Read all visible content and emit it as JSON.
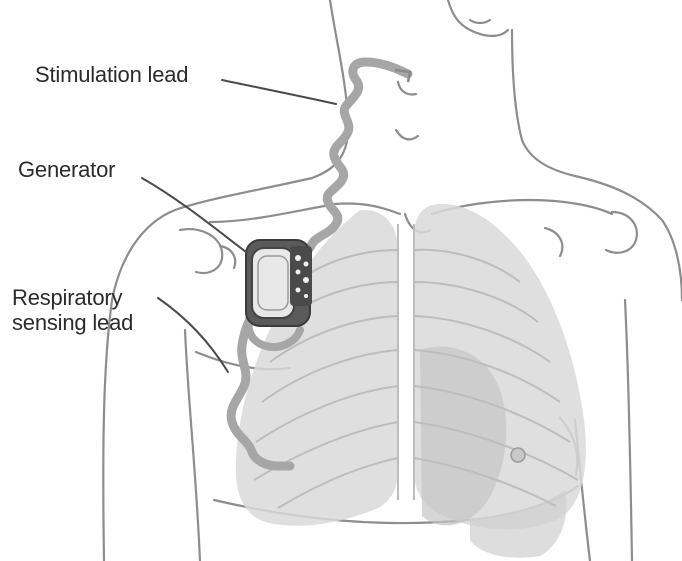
{
  "labels": {
    "stimulation_lead": "Stimulation lead",
    "generator": "Generator",
    "respiratory_line1": "Respiratory",
    "respiratory_line2": "sensing lead"
  },
  "colors": {
    "outline": "#8a8a8a",
    "lung_fill": "#d9d9d9",
    "lead": "#a6a6a6",
    "generator_body": "#4a4a4a",
    "text": "#2b2b2b"
  }
}
